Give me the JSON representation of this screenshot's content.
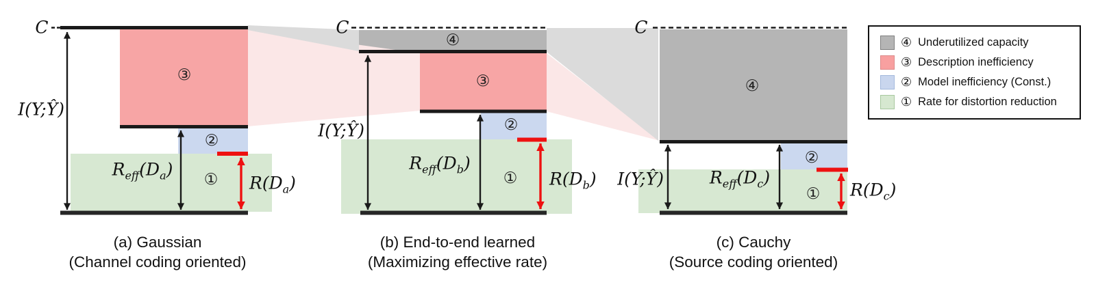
{
  "figure": {
    "panels": {
      "a": {
        "capacity_label": "C",
        "mutual_info_label": "I(Y;Ŷ)",
        "eff_rate_label": "R_{eff}(D_{a})",
        "rate_label": "R(D_{a})",
        "caption_line1": "(a) Gaussian",
        "caption_line2": "(Channel coding oriented)",
        "numbers": {
          "green": "①",
          "blue": "②",
          "red": "③"
        }
      },
      "b": {
        "capacity_label": "C",
        "mutual_info_label": "I(Y;Ŷ)",
        "eff_rate_label": "R_{eff}(D_{b})",
        "rate_label": "R(D_{b})",
        "caption_line1": "(b) End-to-end learned",
        "caption_line2": "(Maximizing effective rate)",
        "numbers": {
          "green": "①",
          "blue": "②",
          "red": "③",
          "gray": "④"
        }
      },
      "c": {
        "capacity_label": "C",
        "mutual_info_label": "I(Y;Ŷ)",
        "eff_rate_label": "R_{eff}(D_{c})",
        "rate_label": "R(D_{c})",
        "caption_line1": "(c) Cauchy",
        "caption_line2": "(Source coding oriented)",
        "numbers": {
          "green": "①",
          "blue": "②",
          "gray": "④"
        }
      }
    },
    "legend": {
      "items": [
        {
          "symbol": "④",
          "text": "Underutilized capacity",
          "color": "#B5B5B5"
        },
        {
          "symbol": "③",
          "text": "Description inefficiency",
          "color": "#F8A0A0"
        },
        {
          "symbol": "②",
          "text": "Model inefficiency (Const.)",
          "color": "#C9D6EE"
        },
        {
          "symbol": "①",
          "text": "Rate for distortion reduction",
          "color": "#D6E8D0"
        }
      ]
    },
    "colors": {
      "underutilized_capacity_gray": "#B5B5B5",
      "description_inefficiency_red": "#F7A5A5",
      "model_inefficiency_blue": "#CBD8EF",
      "rate_distortion_green": "#D7E8D2",
      "connector_gray": "#DBDBDB",
      "connector_pink": "#FBE7E7",
      "line_black": "#1A1A1A",
      "marker_red": "#EE1111"
    }
  }
}
